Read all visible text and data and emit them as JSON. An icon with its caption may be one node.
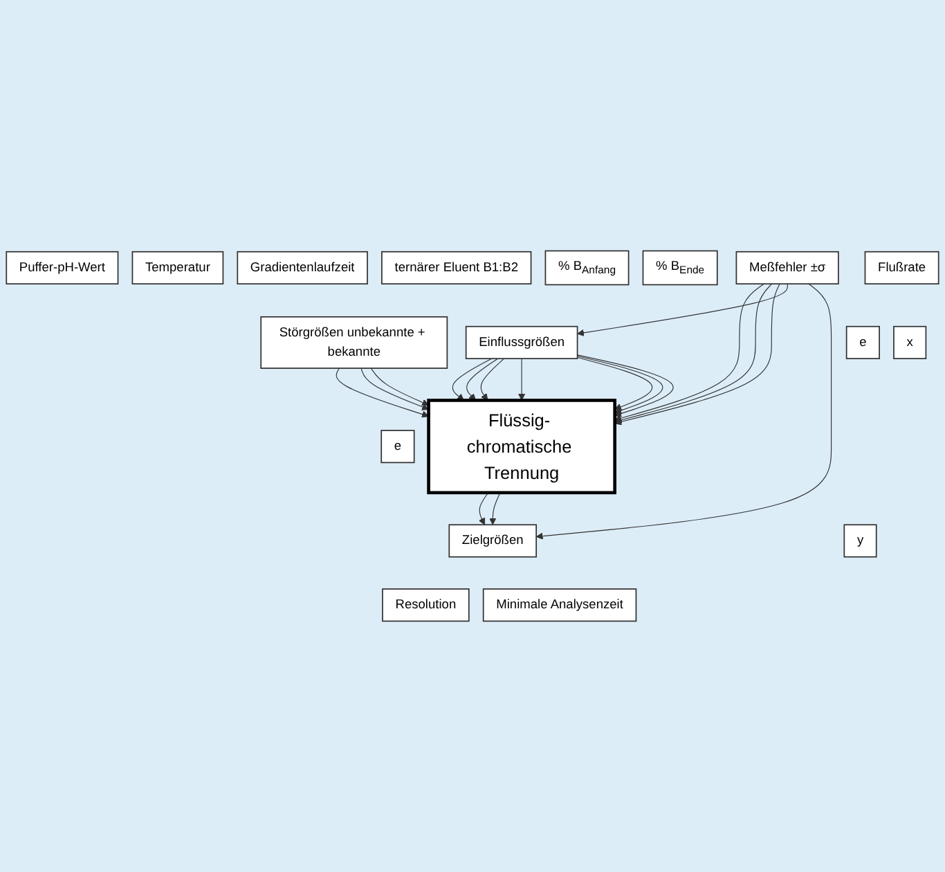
{
  "diagram": {
    "nodes": [
      {
        "text": [
          "Puffer-pH-Wert"
        ]
      },
      {
        "text": [
          "Temperatur"
        ]
      },
      {
        "text": [
          "Gradientenlaufzeit"
        ]
      },
      {
        "text": [
          "ternärer Eluent B1:B2"
        ]
      },
      {
        "text": [
          "% B$_{Anfang}$"
        ]
      },
      {
        "text": [
          "% B$_{Ende}$"
        ]
      },
      {
        "text": [
          "Flußrate"
        ]
      },
      {
        "text": [
          "Einflussgrößen"
        ]
      },
      {
        "text": [
          "x"
        ]
      },
      {
        "text": [
          "Störgrößen unbekannte + bekannte"
        ]
      },
      {
        "text": [
          "Flüssig- chromatische Trennung"
        ]
      },
      {
        "text": [
          "Meßfehler ±σ"
        ]
      },
      {
        "text": [
          "e"
        ]
      },
      {
        "text": [
          "e"
        ]
      },
      {
        "text": [
          "Zielgrößen"
        ]
      },
      {
        "text": [
          "y"
        ]
      },
      {
        "text": [
          "Resolution"
        ]
      },
      {
        "text": [
          "Minimale Analysenzeit"
        ]
      }
    ],
    "edges": [
      {
        "from": 7,
        "to": 10,
        "arrow": "to"
      },
      {
        "from": 7,
        "to": 10,
        "arrow": "to"
      },
      {
        "from": 7,
        "to": 10,
        "arrow": "to"
      },
      {
        "from": 7,
        "to": 10,
        "arrow": "to"
      },
      {
        "from": 7,
        "to": 10,
        "arrow": "to"
      },
      {
        "from": 7,
        "to": 10,
        "arrow": "to"
      },
      {
        "from": 7,
        "to": 10,
        "arrow": "to"
      },
      {
        "from": 9,
        "to": 10,
        "arrow": "to"
      },
      {
        "from": 9,
        "to": 10,
        "arrow": "to"
      },
      {
        "from": 9,
        "to": 10,
        "arrow": "to"
      },
      {
        "from": 11,
        "to": 10,
        "arrow": "to"
      },
      {
        "from": 11,
        "to": 10,
        "arrow": "to"
      },
      {
        "from": 11,
        "to": 10,
        "arrow": "to"
      },
      {
        "from": 11,
        "to": 7,
        "arrow": "to"
      },
      {
        "from": 11,
        "to": 14,
        "arrow": "to"
      },
      {
        "from": 10,
        "to": 14,
        "arrow": "to"
      },
      {
        "from": 10,
        "to": 14,
        "arrow": "to"
      }
    ]
  }
}
